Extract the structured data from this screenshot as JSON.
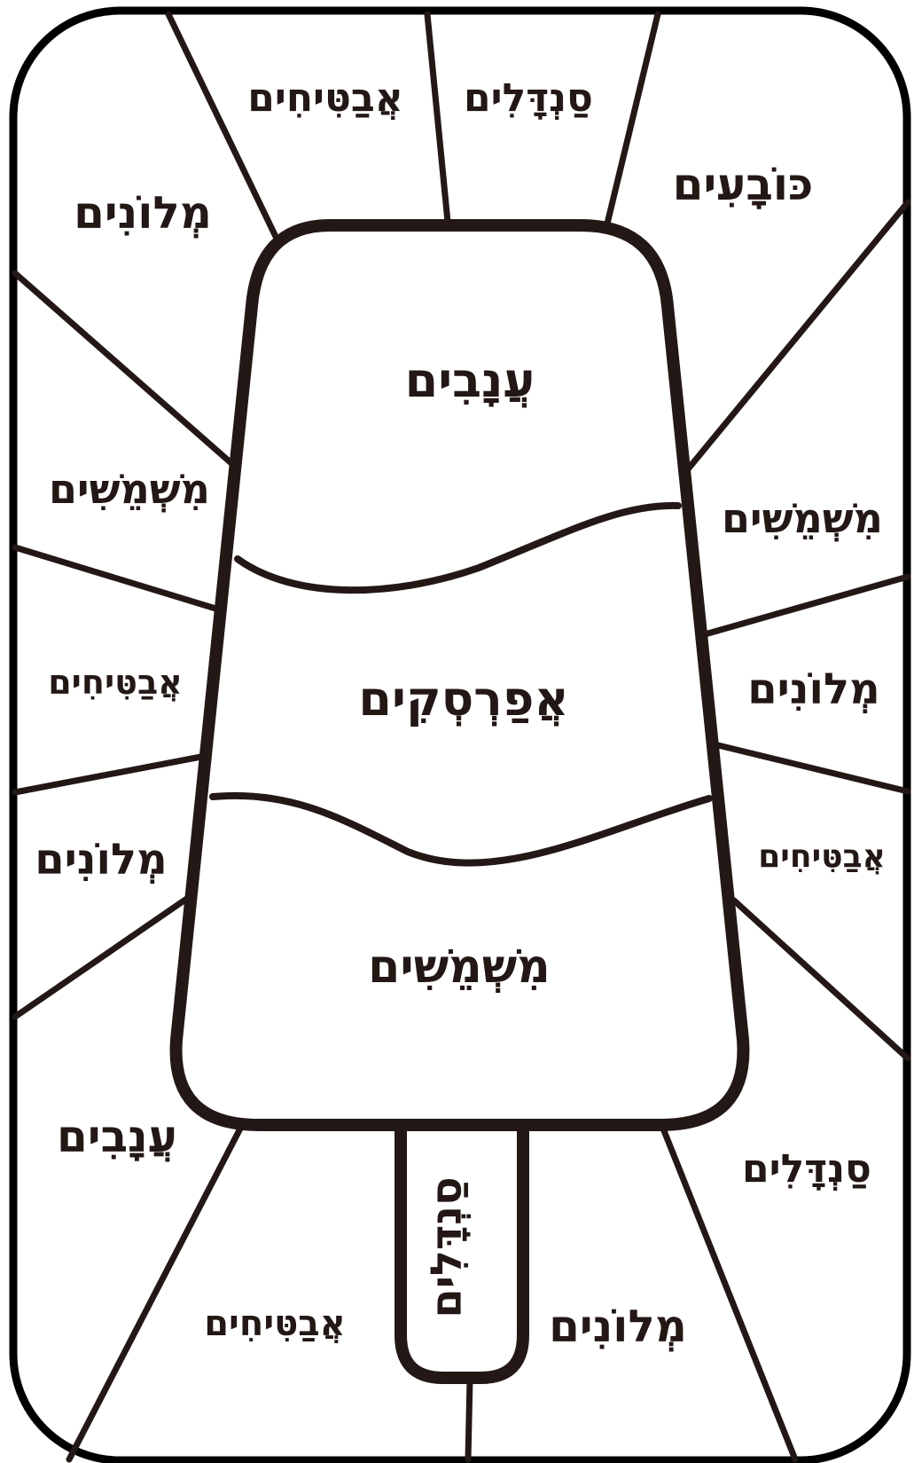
{
  "outer": {
    "top": [
      "מְלוֹנִים",
      "אֲבַטִּיחִים",
      "סַנְדָּלִים",
      "כּוֹבָעִים"
    ],
    "left": [
      "מִשְׁמֵשִׁים",
      "אֲבַטִּיחִים",
      "מְלוֹנִים",
      "עֲנָבִים"
    ],
    "right": [
      "מִשְׁמֵשִׁים",
      "מְלוֹנִים",
      "אֲבַטִּיחִים",
      "סַנְדָּלִים"
    ],
    "bottom": [
      "אֲבַטִּיחִים",
      "מְלוֹנִים"
    ]
  },
  "popsicle": {
    "top": "עֲנָבִים",
    "middle": "אֲפַרְסְקִים",
    "bottom": "מִשְׁמֵשִׁים",
    "stick": "סַנְדָּלִים"
  },
  "colors": {
    "outline": "#231815",
    "background": "#ffffff"
  }
}
